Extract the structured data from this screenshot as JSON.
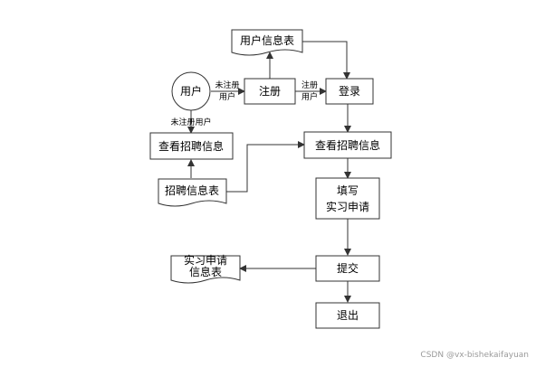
{
  "nodes": {
    "user": "用户",
    "user_table": "用户信息表",
    "register": "注册",
    "login": "登录",
    "view_left": "查看招聘信息",
    "recruit_table": "招聘信息表",
    "view_right": "查看招聘信息",
    "fill_line1": "填写",
    "fill_line2": "实习申请",
    "submit": "提交",
    "exit": "退出",
    "apply_table_line1": "实习申请",
    "apply_table_line2": "信息表"
  },
  "edge_labels": {
    "unregistered_top_line1": "未注册",
    "unregistered_top_line2": "用户",
    "registered_line1": "注册",
    "registered_line2": "用户",
    "unregistered_left": "未注册用户"
  },
  "watermark": "CSDN @vx-bishekaifayuan",
  "colors": {
    "stroke": "#333333",
    "fill": "#ffffff"
  }
}
